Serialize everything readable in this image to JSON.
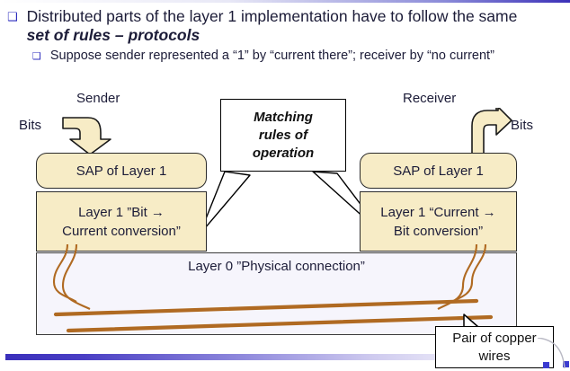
{
  "slide": {
    "bullets": [
      {
        "level": 1,
        "marker": "hollow-square-bullet",
        "line1": "Distributed parts of the layer 1 implementation have to follow the same",
        "line2_bold": "set of rules",
        "line2_rest": " – protocols"
      },
      {
        "level": 2,
        "marker": "hollow-square-bullet",
        "text": "Suppose sender represented a “1” by “current there”; receiver by “no current”"
      }
    ],
    "diagram": {
      "sender_label": "Sender",
      "receiver_label": "Receiver",
      "bits_left_label": "Bits",
      "bits_right_label": "Bits",
      "sender_sap": "SAP of Layer 1",
      "receiver_sap": "SAP of Layer 1",
      "sender_conversion_line1": "Layer 1 ”Bit →",
      "sender_conversion_line2": "Current conversion”",
      "receiver_conversion_line1": "Layer 1 “Current →",
      "receiver_conversion_line2": "Bit conversion”",
      "layer0_label": "Layer 0 ”Physical connection”",
      "matching_callout_line1": "Matching",
      "matching_callout_line2": "rules of",
      "matching_callout_line3": "operation",
      "copper_callout_line1": "Pair of copper",
      "copper_callout_line2": "wires"
    }
  },
  "colors": {
    "box_fill": "#f7ecc6",
    "box_border": "#2b2b2b",
    "layer0_fill": "#f6f5fc",
    "wire": "#b06a22",
    "accent_blue": "#3b30b8",
    "bullet_blue": "#2b2bbd",
    "text": "#1c1c38"
  }
}
